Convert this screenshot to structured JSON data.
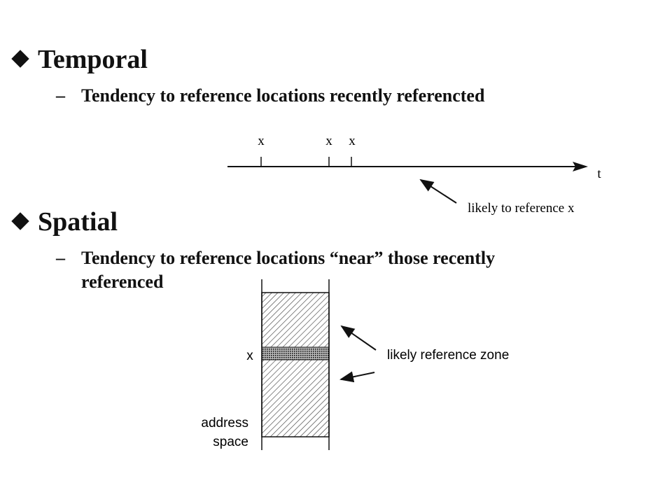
{
  "temporal": {
    "heading": "Temporal",
    "dash": "–",
    "desc": "Tendency to reference locations recently referencted",
    "marks": [
      "x",
      "x",
      "x"
    ],
    "axis_label": "t",
    "annotation": "likely to reference x"
  },
  "spatial": {
    "heading": "Spatial",
    "dash": "–",
    "desc_line1": "Tendency to reference locations “near” those recently",
    "desc_line2": "referenced",
    "mark": "x",
    "annotation": "likely reference zone",
    "address_label_line1": "address",
    "address_label_line2": "space"
  },
  "icons": {
    "bullet": "diamond-bullet-icon"
  }
}
